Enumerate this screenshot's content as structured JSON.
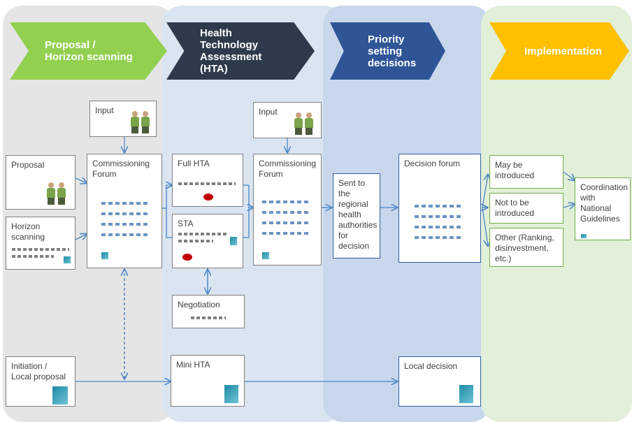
{
  "lanes": [
    {
      "title": "Proposal /\nHorizon scanning",
      "color": "#92d050"
    },
    {
      "title": "Health\nTechnology\nAssessment\n(HTA)",
      "color": "#2e3a4c"
    },
    {
      "title": "Priority\nsetting\ndecisions",
      "color": "#2f5597"
    },
    {
      "title": "Implementation",
      "color": "#ffc000"
    }
  ],
  "boxes": {
    "input1": "Input",
    "input2": "Input",
    "proposal": "Proposal",
    "horizon": "Horizon\nscanning",
    "commissioning1": "Commissioning\nForum",
    "commissioning2": "Commissioning\nForum",
    "full_hta": "Full HTA",
    "sta": "STA",
    "negotiation": "Negotiation",
    "sent": "Sent to\nthe\nregional\nhealth\nauthorities\nfor\ndecision",
    "decision_forum": "Decision forum",
    "may_be": "May be\nintroduced",
    "not_to_be": "Not to be\nintroduced",
    "other": "Other (Ranking,\ndisinvestment,\netc.)",
    "coordination": "Coordination\nwith\nNational\nGuidelines",
    "initiation": "Initiation /\nLocal proposal",
    "mini_hta": "Mini HTA",
    "local_decision": "Local decision"
  },
  "icons": [
    "people-icon",
    "logo-strip-icon",
    "teal-square-icon"
  ]
}
